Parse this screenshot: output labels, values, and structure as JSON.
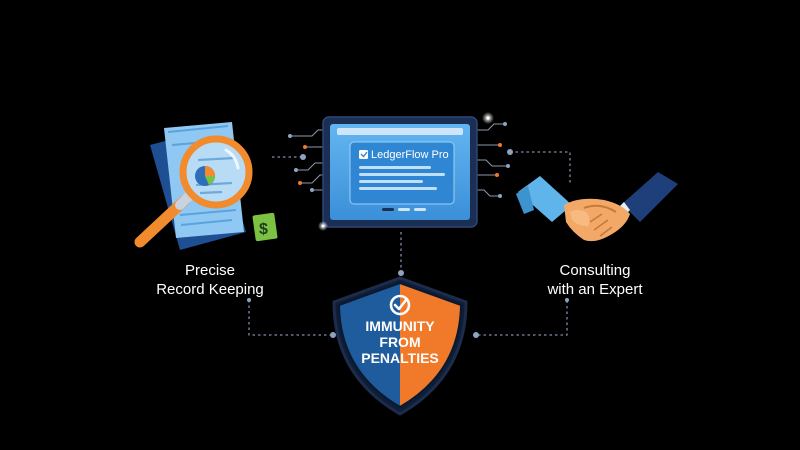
{
  "tablet": {
    "app_name": "LedgerFlow Pro"
  },
  "left_item": {
    "line1": "Precise",
    "line2": "Record Keeping",
    "badge_symbol": "$"
  },
  "right_item": {
    "line1": "Consulting",
    "line2": "with an Expert"
  },
  "shield": {
    "line1": "IMMUNITY",
    "line2": "FROM",
    "line3": "PENALTIES"
  },
  "colors": {
    "background": "#000000",
    "shield_blue": "#1f5c9e",
    "shield_orange": "#f07a2a",
    "magnifier_orange": "#f28a2e",
    "tablet_screen": "#4aa3e6",
    "money_green": "#7cc242",
    "connector": "#8a99b0"
  }
}
